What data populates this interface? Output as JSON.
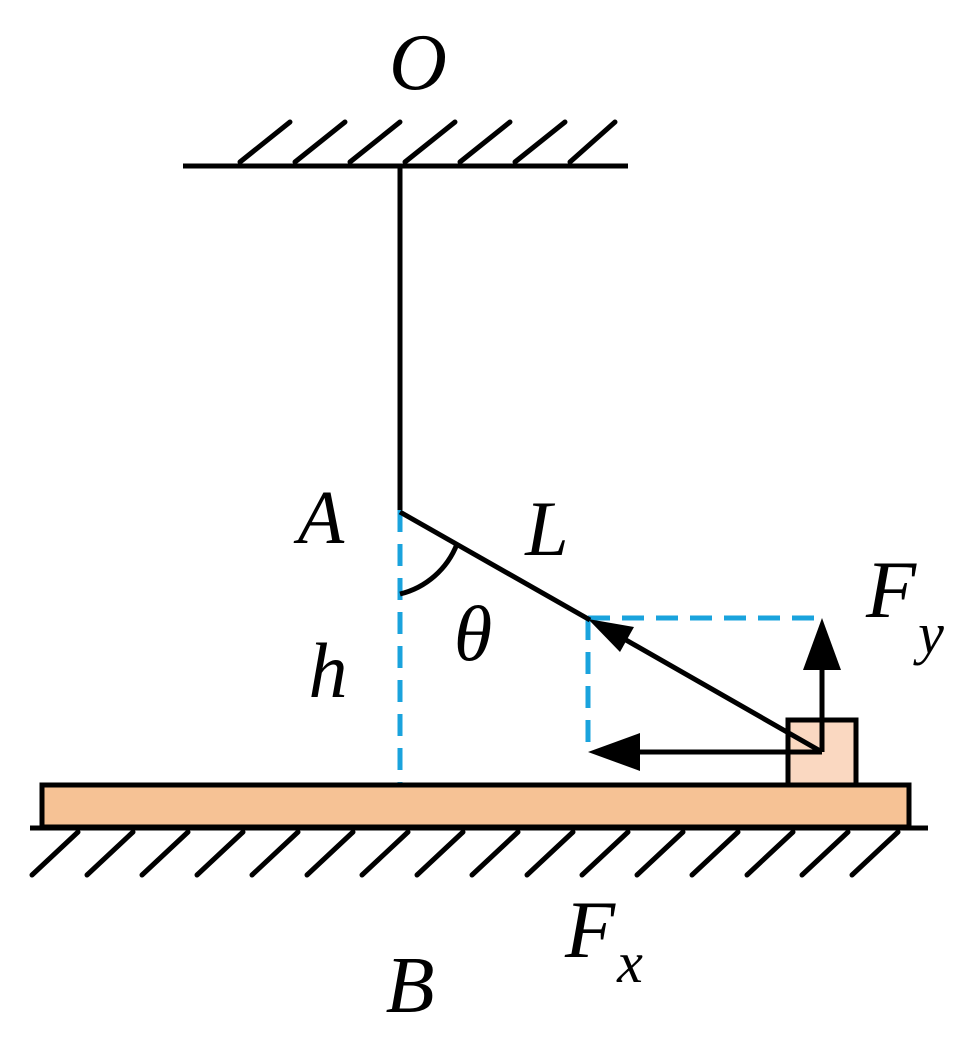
{
  "labels": {
    "O": "O",
    "A": "A",
    "L": "L",
    "theta": "θ",
    "h": "h",
    "F": "F",
    "y": "y",
    "x": "x",
    "B": "B"
  },
  "colors": {
    "line": "#000000",
    "dashed": "#1aa3dd",
    "board": "#f6c295",
    "block": "#fad8c1"
  }
}
